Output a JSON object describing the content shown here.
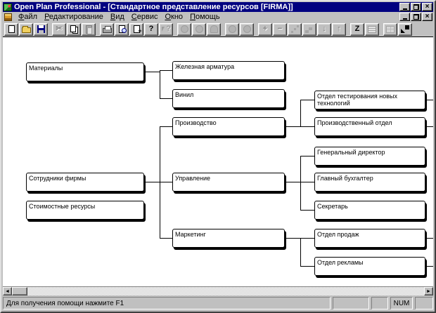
{
  "window": {
    "title": "Open Plan Professional - [Стандартное представление ресурсов [FIRMA]]",
    "controls": {
      "minimize": "",
      "restore": "",
      "close": "×"
    },
    "accent_color": "#000080",
    "chrome_color": "#c0c0c0"
  },
  "menu": {
    "items": [
      {
        "hot": "Ф",
        "rest": "айл"
      },
      {
        "hot": "Р",
        "rest": "едактирование"
      },
      {
        "hot": "В",
        "rest": "ид"
      },
      {
        "hot": "С",
        "rest": "ервис"
      },
      {
        "hot": "О",
        "rest": "кно"
      },
      {
        "hot": "П",
        "rest": "омощь"
      }
    ]
  },
  "toolbar": {
    "buttons": [
      {
        "icon": "new-document-icon",
        "enabled": true
      },
      {
        "icon": "open-folder-icon",
        "enabled": true
      },
      {
        "icon": "save-floppy-icon",
        "enabled": true
      },
      {
        "icon": "cut-scissors-icon",
        "enabled": false
      },
      {
        "icon": "copy-icon",
        "enabled": true
      },
      {
        "icon": "paste-clipboard-icon",
        "enabled": false
      },
      {
        "icon": "print-icon",
        "enabled": true
      },
      {
        "icon": "print-preview-icon",
        "enabled": true
      },
      {
        "icon": "page-setup-icon",
        "enabled": true
      },
      {
        "icon": "help-icon",
        "enabled": true
      },
      {
        "icon": "context-help-icon",
        "enabled": false
      },
      {
        "icon": "round-shape-1-icon",
        "enabled": false
      },
      {
        "icon": "round-shape-2-icon",
        "enabled": false
      },
      {
        "icon": "dome-shape-icon",
        "enabled": false
      },
      {
        "icon": "round-shape-3-icon",
        "enabled": false
      },
      {
        "icon": "round-shape-4-icon",
        "enabled": false
      },
      {
        "icon": "plus-icon",
        "enabled": false
      },
      {
        "icon": "minus-icon",
        "enabled": false
      },
      {
        "icon": "link-dots-icon",
        "enabled": false
      },
      {
        "icon": "steps-icon",
        "enabled": false
      },
      {
        "icon": "arrow-down-icon",
        "enabled": false
      },
      {
        "icon": "arrow-up-icon",
        "enabled": false
      },
      {
        "icon": "sort-z-icon",
        "enabled": true
      },
      {
        "icon": "notes-icon",
        "enabled": false
      },
      {
        "icon": "tile-windows-icon",
        "enabled": false
      },
      {
        "icon": "fit-window-icon",
        "enabled": true
      }
    ],
    "glyphs": {
      "cut": "✂",
      "help": "?",
      "plus": "+",
      "minus": "−",
      "down": "↓",
      "up": "↑",
      "z": "Z"
    }
  },
  "diagram": {
    "nodes": [
      {
        "label": "Материалы"
      },
      {
        "label": "Сотрудники фирмы"
      },
      {
        "label": "Стоимостные ресурсы"
      },
      {
        "label": "Железная арматура"
      },
      {
        "label": "Винил"
      },
      {
        "label": "Производство"
      },
      {
        "label": "Управление"
      },
      {
        "label": "Маркетинг"
      },
      {
        "label": "Отдел тестирования новых технологий"
      },
      {
        "label": "Производственный отдел"
      },
      {
        "label": "Генеральный директор"
      },
      {
        "label": "Главный бухгалтер"
      },
      {
        "label": "Секретарь"
      },
      {
        "label": "Отдел продаж"
      },
      {
        "label": "Отдел рекламы"
      }
    ],
    "edges": [
      {
        "from": "Материалы",
        "to": [
          "Железная арматура",
          "Винил"
        ]
      },
      {
        "from": "Сотрудники фирмы",
        "to": [
          "Производство",
          "Управление",
          "Маркетинг"
        ]
      },
      {
        "from": "Производство",
        "to": [
          "Отдел тестирования новых технологий",
          "Производственный отдел"
        ]
      },
      {
        "from": "Управление",
        "to": [
          "Генеральный директор",
          "Главный бухгалтер",
          "Секретарь"
        ]
      },
      {
        "from": "Маркетинг",
        "to": [
          "Отдел продаж",
          "Отдел рекламы"
        ]
      }
    ]
  },
  "scrollbar": {
    "left_arrow": "◄",
    "right_arrow": "►"
  },
  "status": {
    "message": "Для получения помощи нажмите F1",
    "num_indicator": "NUM"
  }
}
